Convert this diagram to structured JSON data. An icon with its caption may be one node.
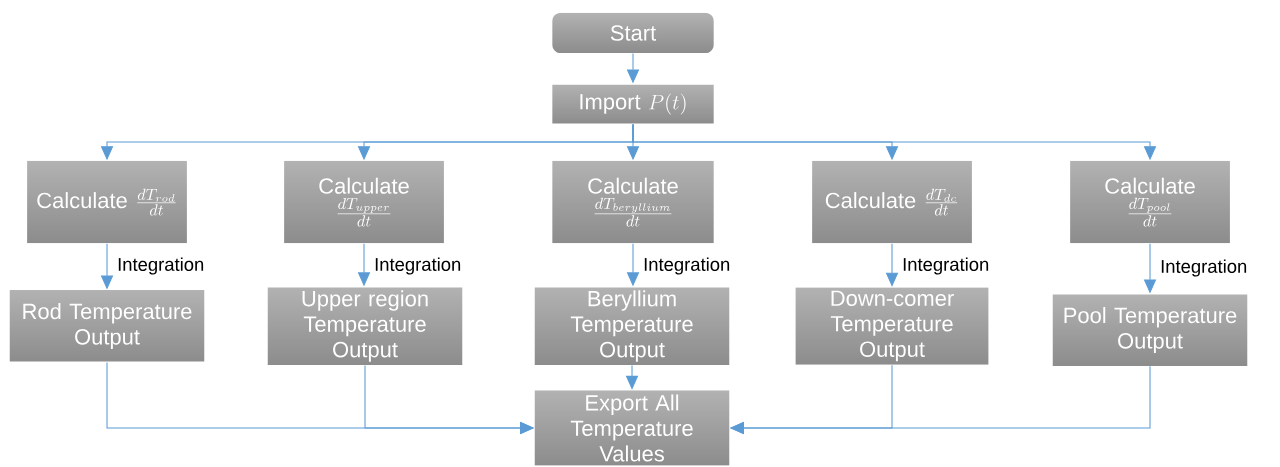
{
  "diagram": {
    "nodes": [
      {
        "text": [
          "Start"
        ]
      },
      {
        "text": [
          "Import",
          "P(t)"
        ]
      },
      {
        "text": [
          "Calculate",
          "\\frac{dT_{rod}}{dt}"
        ]
      },
      {
        "text": [
          "Calculate",
          "\\frac{dT_{upper}}{dt}"
        ]
      },
      {
        "text": [
          "Calculate",
          "\\frac{dT_{beryllium}}{dt}"
        ]
      },
      {
        "text": [
          "Calculate",
          "\\frac{dT_{dc}}{dt}"
        ]
      },
      {
        "text": [
          "Calculate",
          "\\frac{dT_{pool}}{dt}"
        ]
      },
      {
        "text": [
          "Rod Temperature Output"
        ]
      },
      {
        "text": [
          "Upper region Temperature Output"
        ]
      },
      {
        "text": [
          "Beryllium Temperature Output"
        ]
      },
      {
        "text": [
          "Down-comer Temperature Output"
        ]
      },
      {
        "text": [
          "Pool Temperature Output"
        ]
      },
      {
        "text": [
          "Export All Temperature Values"
        ]
      }
    ],
    "edges": [
      {
        "from": 0,
        "to": 1,
        "arrow": "to"
      },
      {
        "from": 1,
        "to": 2,
        "arrow": "to"
      },
      {
        "from": 1,
        "to": 3,
        "arrow": "to"
      },
      {
        "from": 1,
        "to": 4,
        "arrow": "to"
      },
      {
        "from": 1,
        "to": 5,
        "arrow": "to"
      },
      {
        "from": 1,
        "to": 6,
        "arrow": "to"
      },
      {
        "from": 2,
        "to": 7,
        "arrow": "to",
        "label": "Integration"
      },
      {
        "from": 3,
        "to": 8,
        "arrow": "to",
        "label": "Integration"
      },
      {
        "from": 4,
        "to": 9,
        "arrow": "to",
        "label": "Integration"
      },
      {
        "from": 5,
        "to": 10,
        "arrow": "to",
        "label": "Integration"
      },
      {
        "from": 6,
        "to": 11,
        "arrow": "to",
        "label": "Integration"
      },
      {
        "from": 7,
        "to": 12,
        "arrow": "to"
      },
      {
        "from": 8,
        "to": 12,
        "arrow": "to"
      },
      {
        "from": 9,
        "to": 12,
        "arrow": "to"
      },
      {
        "from": 10,
        "to": 12,
        "arrow": "to"
      },
      {
        "from": 11,
        "to": 12,
        "arrow": "to"
      }
    ]
  }
}
